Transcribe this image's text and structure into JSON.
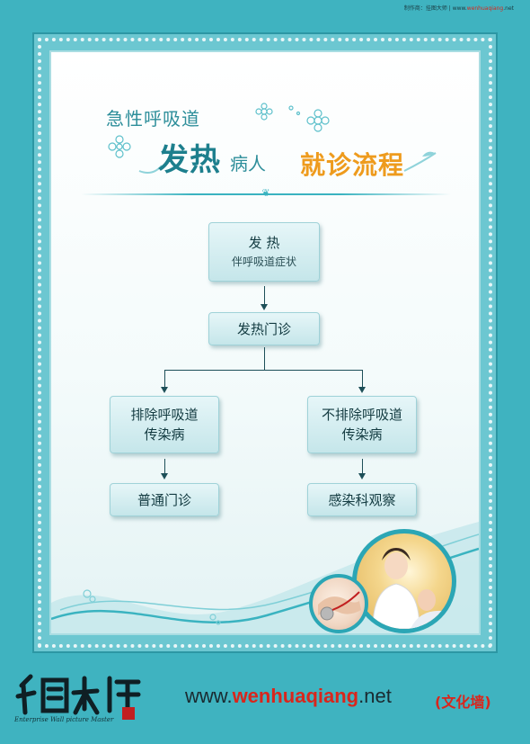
{
  "header": {
    "credit_prefix": "制作商：挂图大师 | www.",
    "credit_highlight": "wenhuaqiang",
    "credit_suffix": ".net"
  },
  "title": {
    "small": "急性呼吸道",
    "main": "发热",
    "middle": "病人",
    "accent": "就诊流程"
  },
  "flow": {
    "step1_title": "发 热",
    "step1_sub": "伴呼吸道症状",
    "step2": "发热门诊",
    "left_branch_line1": "排除呼吸道",
    "left_branch_line2": "传染病",
    "right_branch_line1": "不排除呼吸道",
    "right_branch_line2": "传染病",
    "left_result": "普通门诊",
    "right_result": "感染科观察"
  },
  "footer": {
    "logo_text": "挂图大师",
    "logo_sub": "Enterprise Wall picture Master",
    "url_prefix": "www.",
    "url_highlight": "wenhuaqiang",
    "url_suffix": ".net",
    "url_tag": "(文化墙)"
  },
  "colors": {
    "frame": "#3fb3c0",
    "title_teal": "#1d7f8d",
    "title_orange": "#ee9b1d",
    "url_red": "#d9261c",
    "box_fill": "#c5e6ea"
  }
}
